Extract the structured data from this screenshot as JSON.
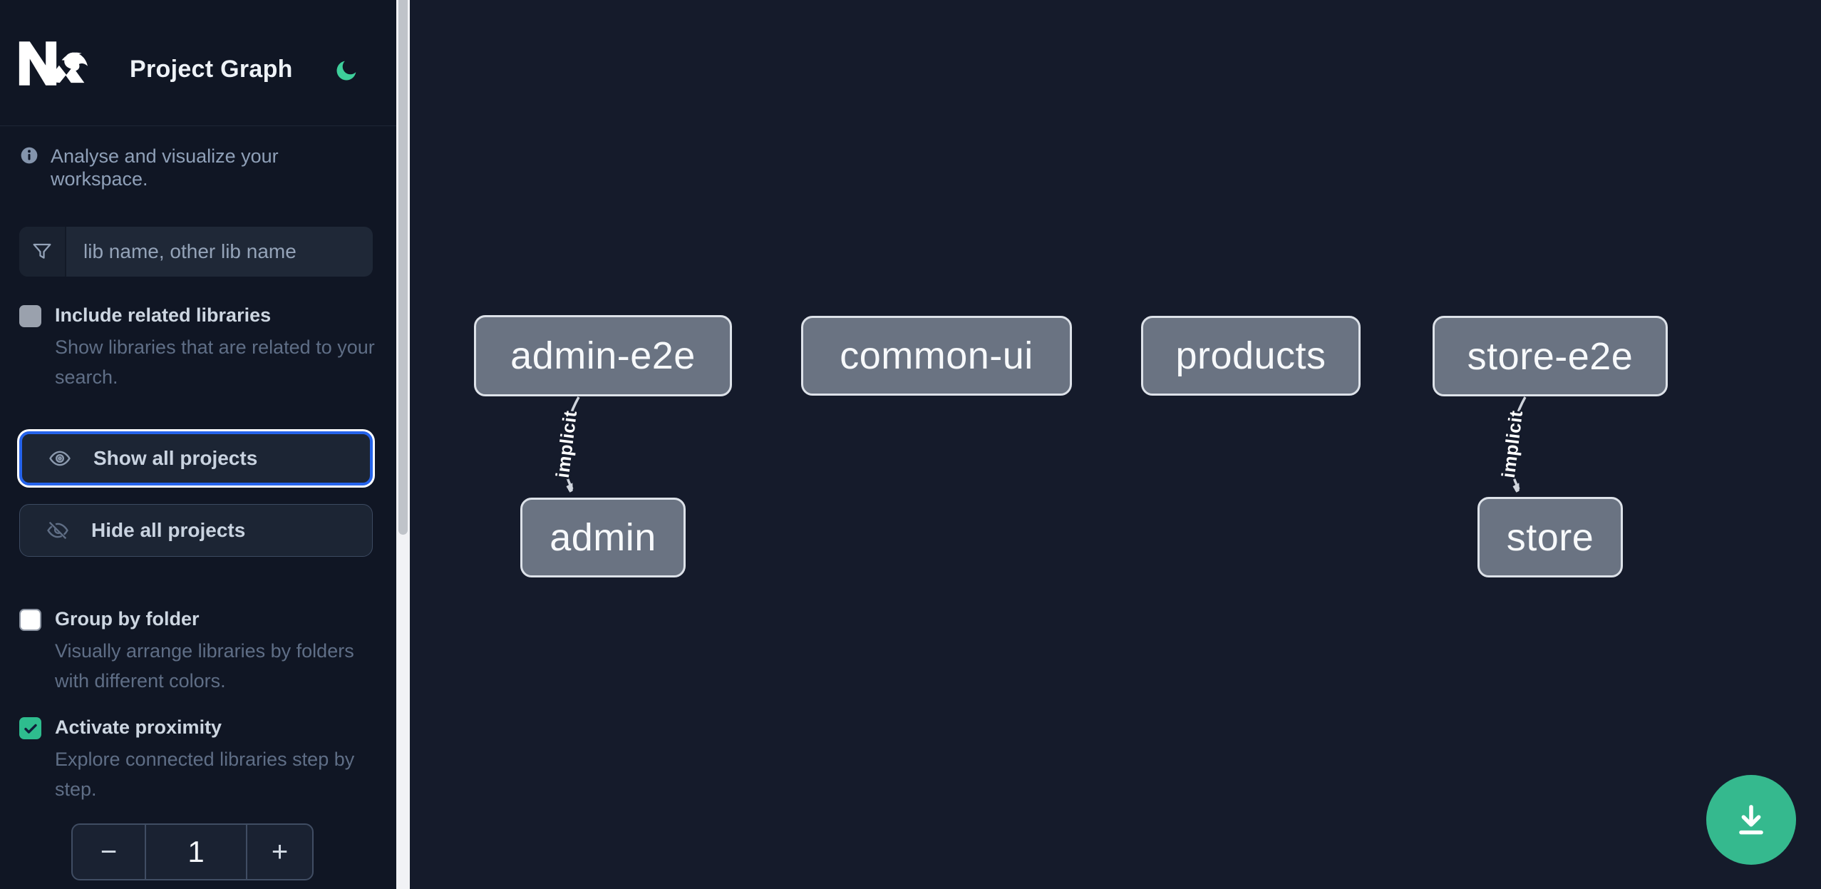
{
  "header": {
    "title": "Project Graph",
    "logo": "nx-logo",
    "theme_toggle_icon": "moon-icon"
  },
  "sidebar": {
    "tagline": "Analyse and visualize your workspace.",
    "search": {
      "placeholder": "lib name, other lib name"
    },
    "options": [
      {
        "label": "Include related libraries",
        "description": "Show libraries that are related to your search.",
        "checked": false,
        "disabled": true
      },
      {
        "label": "Group by folder",
        "description": "Visually arrange libraries by folders with different colors.",
        "checked": false
      },
      {
        "label": "Activate proximity",
        "description": "Explore connected libraries step by step.",
        "checked": true
      }
    ],
    "actions": {
      "show_all": "Show all projects",
      "hide_all": "Hide all projects"
    },
    "proximity_stepper": {
      "decrement": "−",
      "value": "1",
      "increment": "+"
    }
  },
  "graph": {
    "nodes": [
      {
        "label": "admin-e2e"
      },
      {
        "label": "common-ui"
      },
      {
        "label": "products"
      },
      {
        "label": "store-e2e"
      },
      {
        "label": "admin"
      },
      {
        "label": "store"
      }
    ],
    "edges": [
      {
        "from": "admin-e2e",
        "to": "admin",
        "label": "implicit"
      },
      {
        "from": "store-e2e",
        "to": "store",
        "label": "implicit"
      }
    ]
  },
  "fab": {
    "icon": "download-icon"
  },
  "colors": {
    "accent_blue": "#2563eb",
    "brand_green": "#2ebd8e",
    "node_fill": "#6a7382",
    "canvas_bg": "#151b2b",
    "sidebar_bg": "#101624"
  }
}
